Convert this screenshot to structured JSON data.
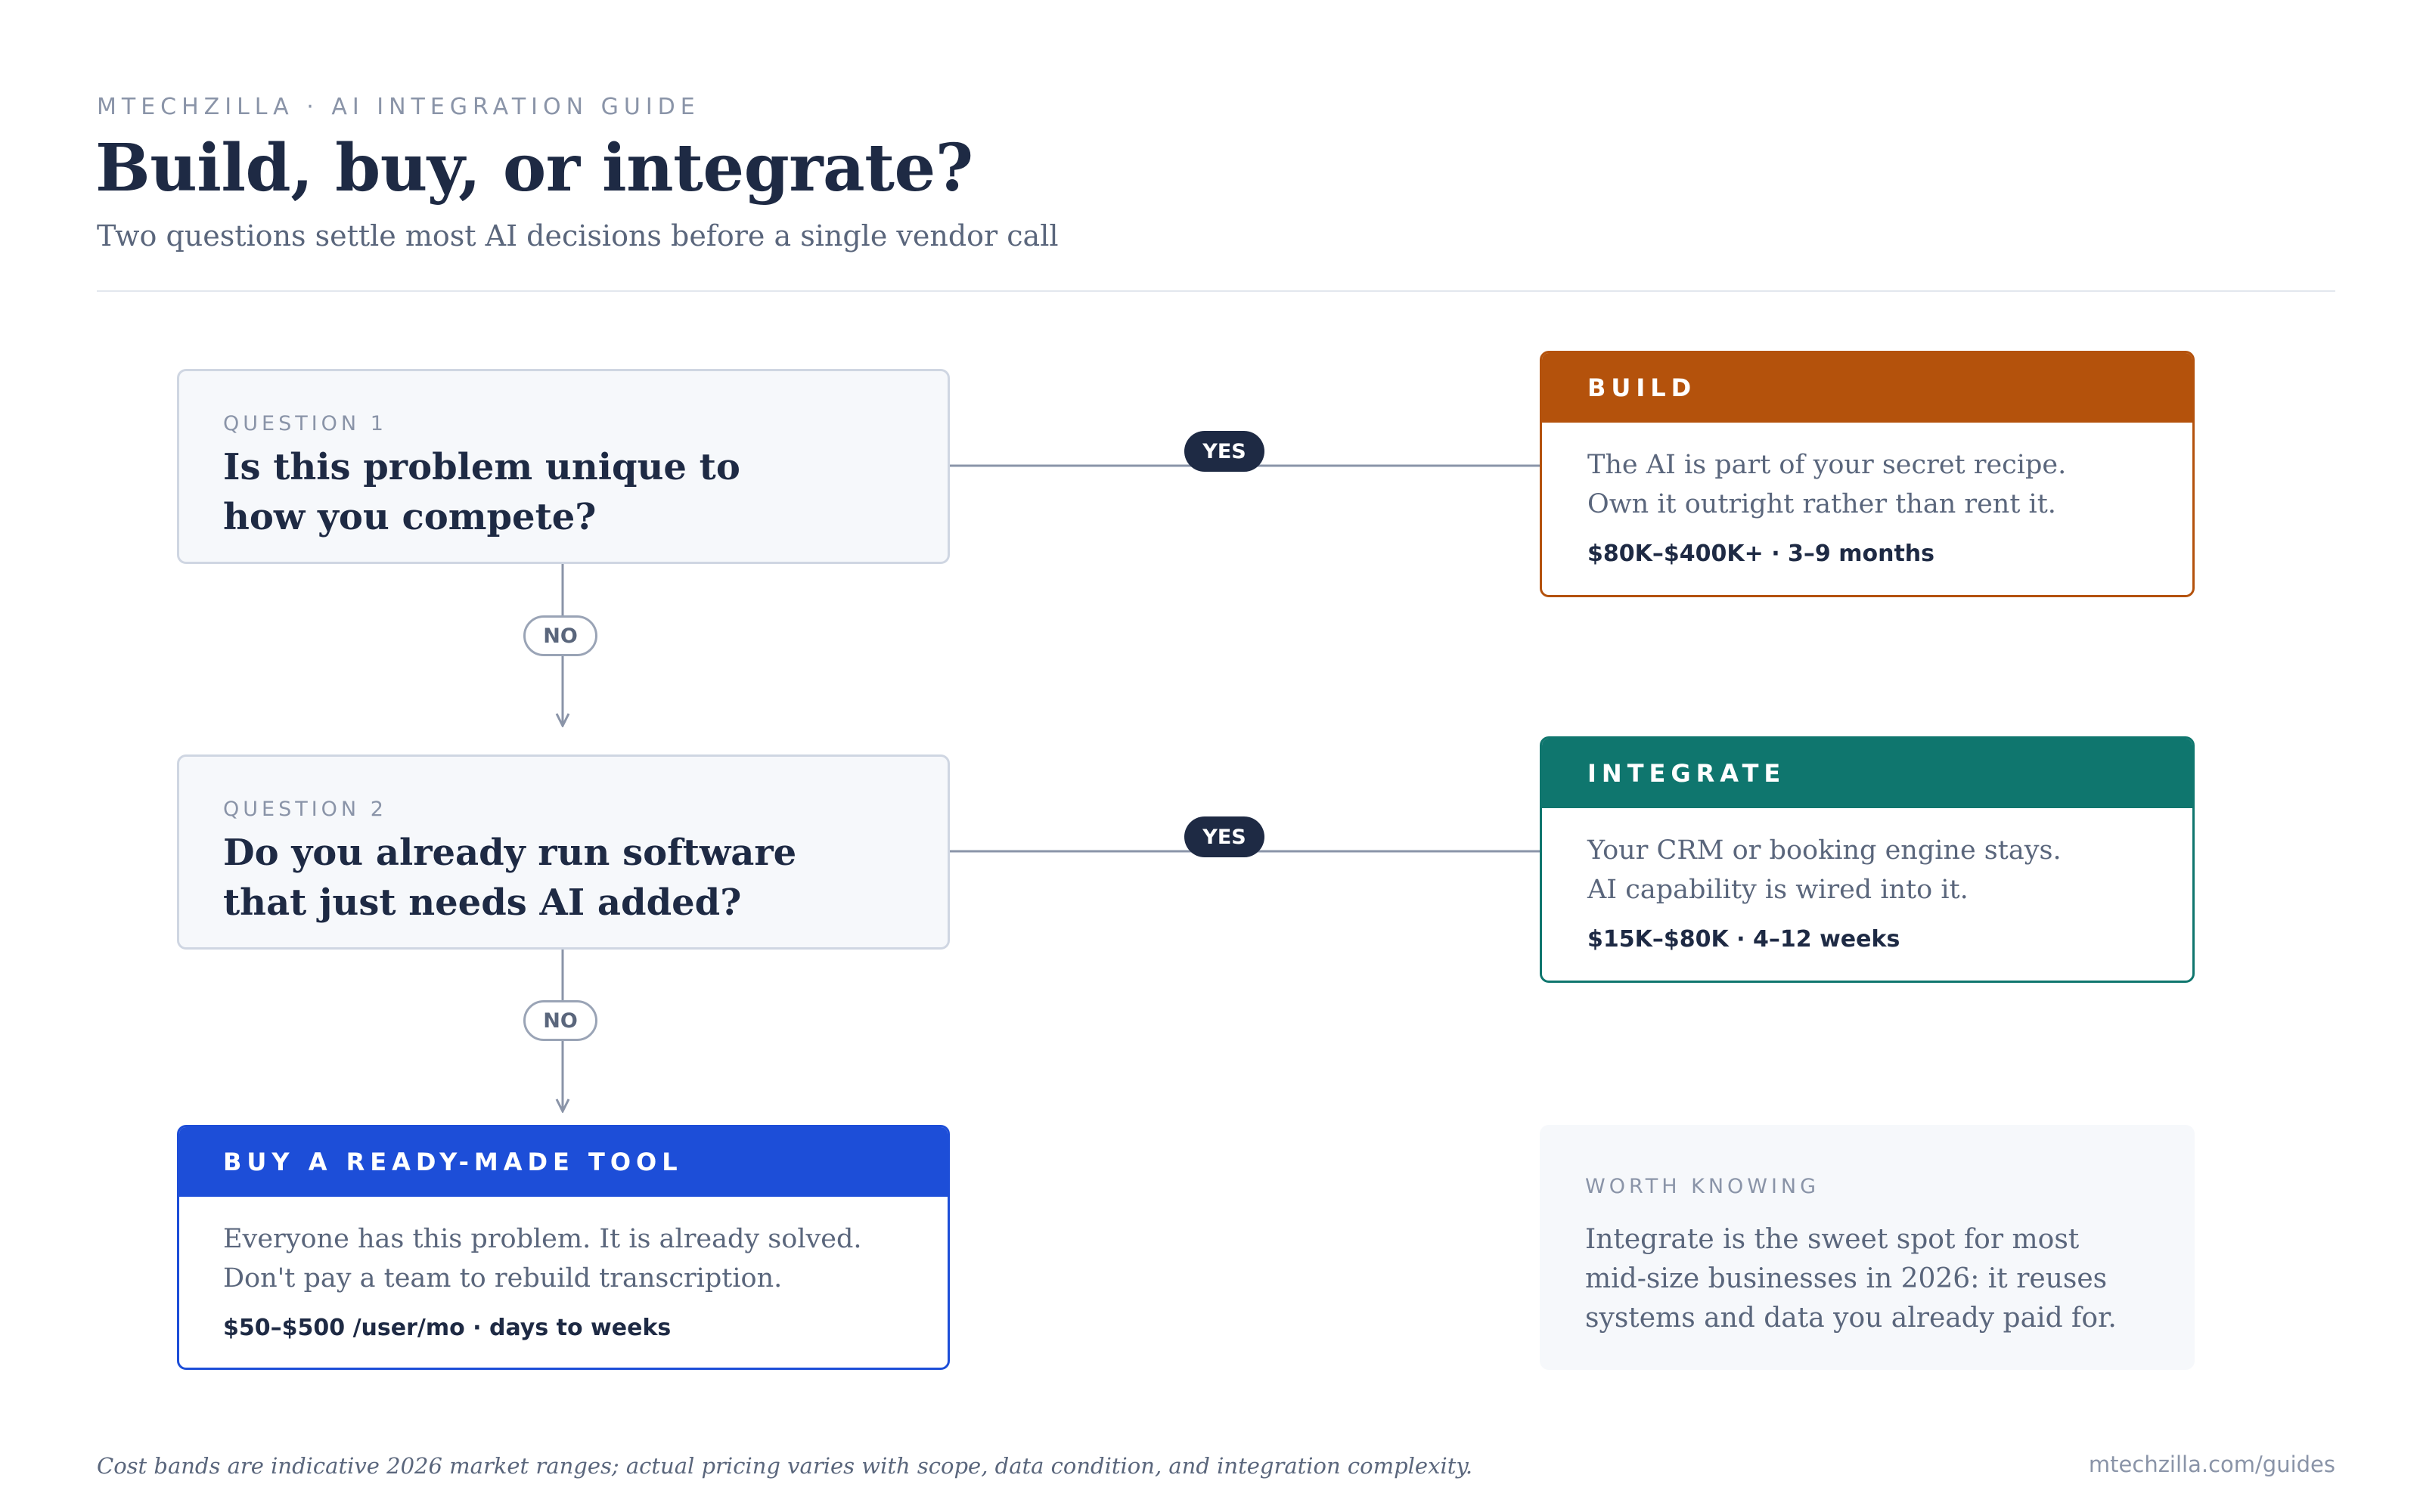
{
  "header": {
    "eyebrow": "MTECHZILLA · AI INTEGRATION GUIDE",
    "title": "Build, buy, or integrate?",
    "subtitle": "Two questions settle most AI decisions before a single vendor call"
  },
  "questions": [
    {
      "label": "QUESTION 1",
      "text": "Is this problem unique to\nhow you compete?"
    },
    {
      "label": "QUESTION 2",
      "text": "Do you already run software\nthat just needs AI added?"
    }
  ],
  "branches": {
    "yes": "YES",
    "no": "NO"
  },
  "outcomes": {
    "build": {
      "title": "BUILD",
      "description": "The AI is part of your secret recipe.\nOwn it outright rather than rent it.",
      "meta": "$80K–$400K+ · 3–9 months",
      "color": "#b4520c"
    },
    "integrate": {
      "title": "INTEGRATE",
      "description": "Your CRM or booking engine stays.\nAI capability is wired into it.",
      "meta": "$15K–$80K · 4–12 weeks",
      "color": "#0f766e"
    },
    "buy": {
      "title": "BUY A READY-MADE TOOL",
      "description": "Everyone has this problem. It is already solved.\nDon't pay a team to rebuild transcription.",
      "meta": "$50–$500 /user/mo · days to weeks",
      "color": "#1d4ed8"
    }
  },
  "note": {
    "label": "WORTH KNOWING",
    "text": "Integrate is the sweet spot for most\nmid-size businesses in 2026: it reuses\nsystems and data you already paid for."
  },
  "footer": {
    "footnote": "Cost bands are indicative 2026 market ranges; actual pricing varies with scope, data condition, and integration complexity.",
    "url": "mtechzilla.com/guides"
  }
}
